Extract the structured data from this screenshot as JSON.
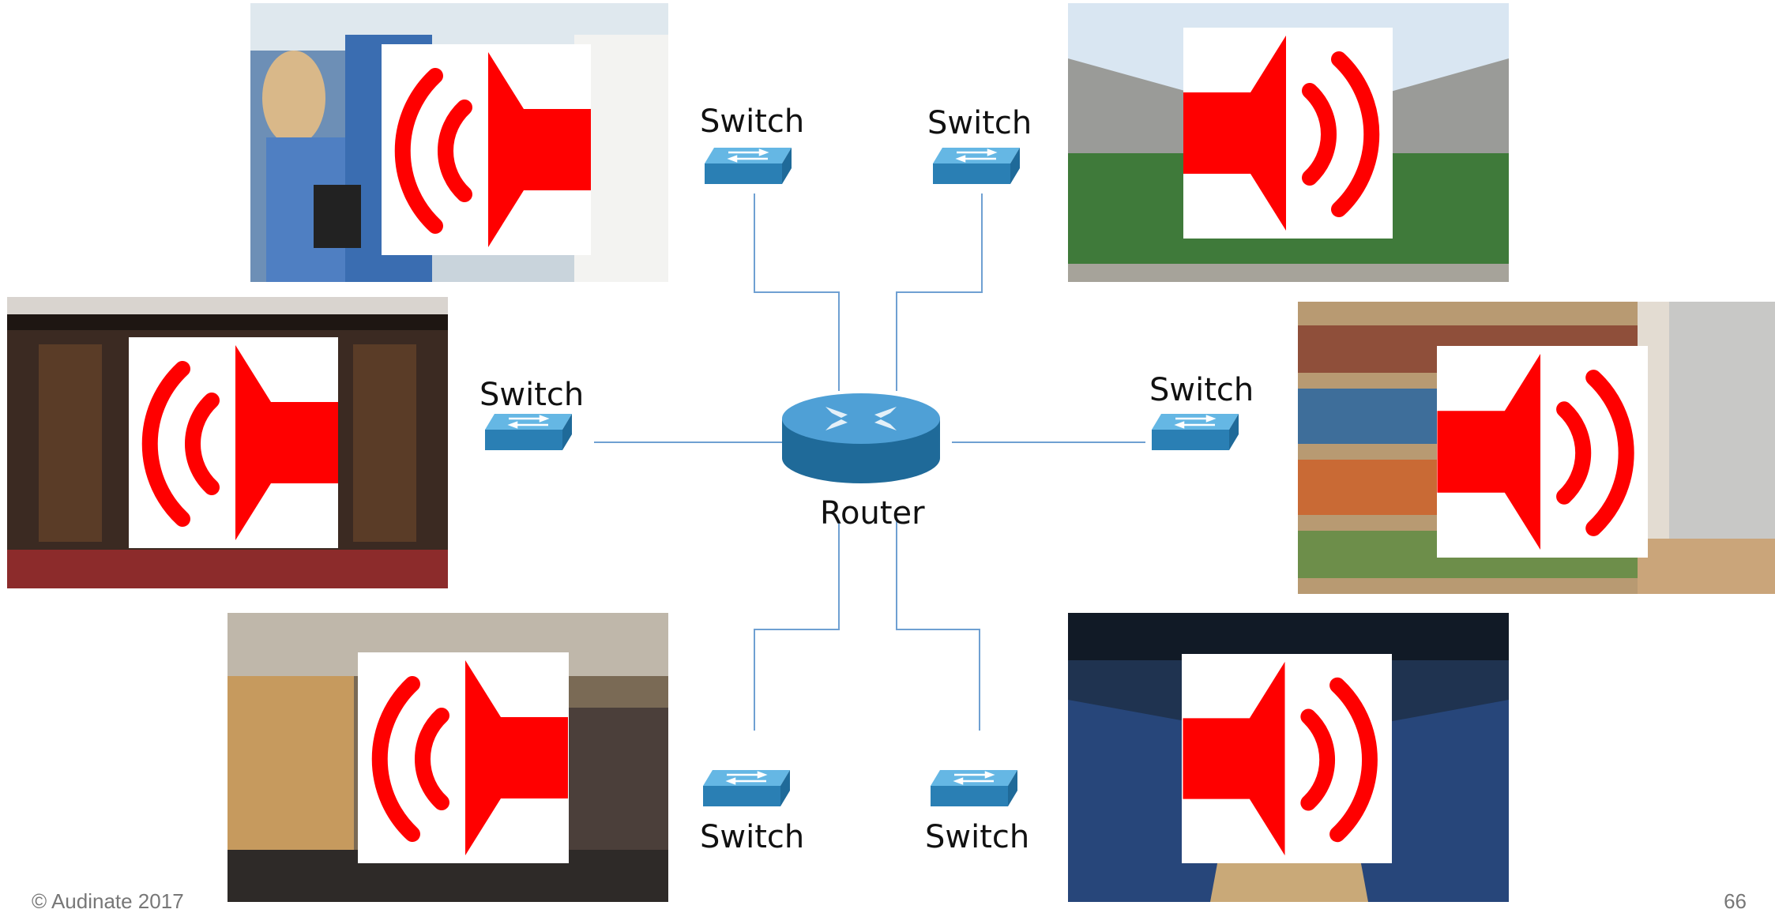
{
  "diagram": {
    "router_label": "Router",
    "switch_labels": [
      "Switch",
      "Switch",
      "Switch",
      "Switch",
      "Switch",
      "Switch"
    ]
  },
  "footer": {
    "copyright": "© Audinate 2017",
    "page_number": "66"
  },
  "colors": {
    "wire": "#6fa0d2",
    "speaker": "#ff0000",
    "device_blue": "#2a7fb4"
  },
  "photos": [
    {
      "name": "medical-staff-photo",
      "icon": "speaker-icon"
    },
    {
      "name": "stadium-photo",
      "icon": "speaker-icon"
    },
    {
      "name": "theater-photo",
      "icon": "speaker-icon"
    },
    {
      "name": "library-photo",
      "icon": "speaker-icon"
    },
    {
      "name": "lecture-hall-photo",
      "icon": "speaker-icon"
    },
    {
      "name": "arena-photo",
      "icon": "speaker-icon"
    }
  ]
}
